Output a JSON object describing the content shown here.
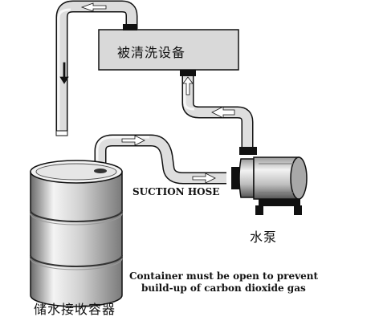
{
  "labels": {
    "equipment": "被清洗设备",
    "suction_hose": "SUCTION HOSE",
    "pump": "水泵",
    "note_line1": "Container must be open to prevent",
    "note_line2": "build-up of carbon dioxide gas",
    "container": "储水接收容器"
  },
  "icons": [
    "flow-arrow-icon"
  ],
  "colors": {
    "hose_light": "#e8e8e8",
    "hose_dark": "#7a7a7a",
    "outline": "#111111",
    "equipment_fill": "#d9d9d9"
  }
}
